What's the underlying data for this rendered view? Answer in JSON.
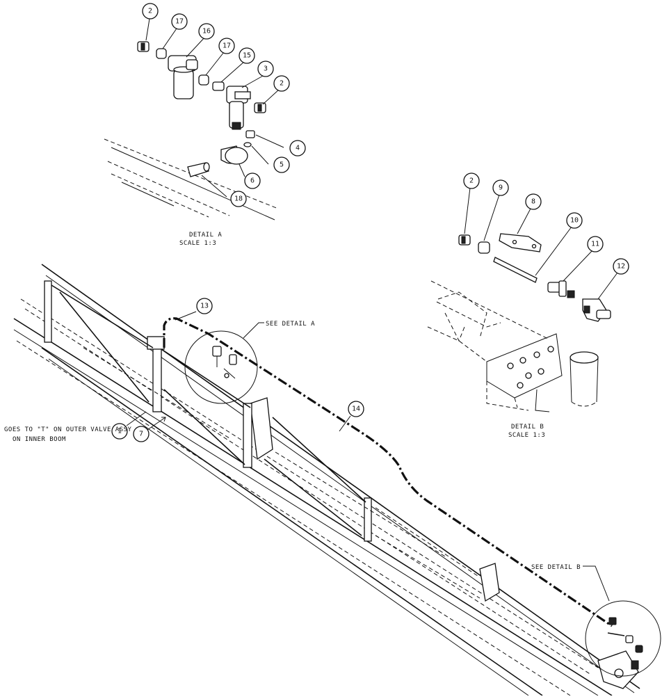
{
  "detail_a": {
    "title": "DETAIL  A",
    "scale": "SCALE  1:3",
    "callouts": [
      "2",
      "17",
      "16",
      "17",
      "15",
      "3",
      "2",
      "4",
      "5",
      "6",
      "18"
    ]
  },
  "detail_b": {
    "title": "DETAIL  B",
    "scale": "SCALE  1:3",
    "callouts": [
      "2",
      "9",
      "8",
      "10",
      "11",
      "12"
    ]
  },
  "main_view": {
    "callouts": [
      "13",
      "14",
      "1",
      "7"
    ],
    "see_detail_a": "SEE DETAIL  A",
    "see_detail_b": "SEE DETAIL  B",
    "note_line1": "GOES TO \"T\" ON OUTER VALVE ASSY",
    "note_line2": "ON INNER BOOM"
  }
}
